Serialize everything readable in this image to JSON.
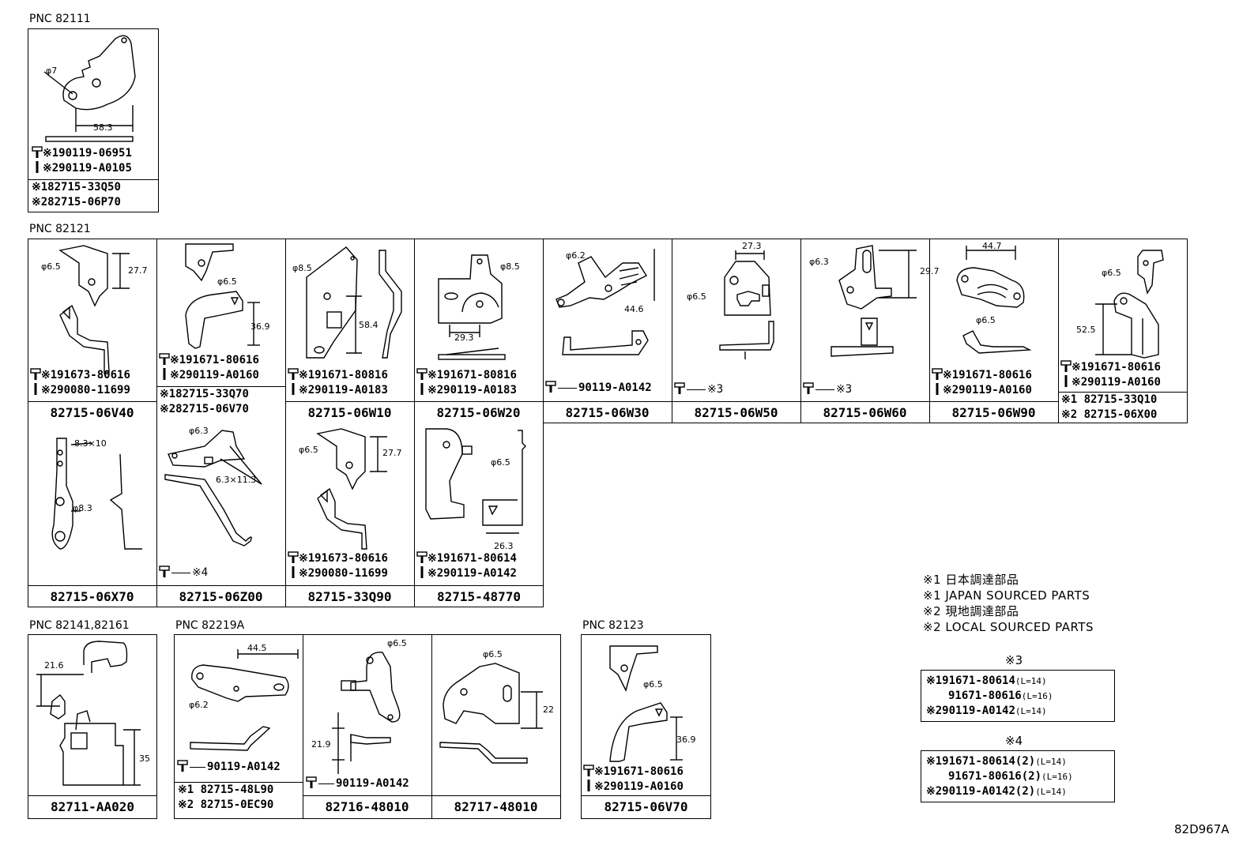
{
  "pnc": {
    "g1": "PNC 82111",
    "g2": "PNC 82121",
    "g3": "PNC 82141,82161",
    "g4": "PNC 82219A",
    "g5": "PNC 82123"
  },
  "g1": {
    "dims": [
      "φ7",
      "58.3"
    ],
    "bolts": [
      "※190119-06951",
      "※290119-A0105"
    ],
    "subs": [
      "※182715-33Q50",
      "※282715-06P70"
    ]
  },
  "row1": [
    {
      "dims": [
        "φ6.5",
        "27.7"
      ],
      "bolts": [
        "※191673-80616",
        "※290080-11699"
      ],
      "part": "82715-06V40"
    },
    {
      "dims": [
        "φ6.5",
        "36.9"
      ],
      "bolts": [
        "※191671-80616",
        "※290119-A0160"
      ],
      "subs": [
        "※182715-33Q70",
        "※282715-06V70"
      ]
    },
    {
      "dims": [
        "φ8.5",
        "58.4"
      ],
      "bolts": [
        "※191671-80816",
        "※290119-A0183"
      ],
      "part": "82715-06W10"
    },
    {
      "dims": [
        "φ8.5",
        "29.3"
      ],
      "bolts": [
        "※191671-80816",
        "※290119-A0183"
      ],
      "part": "82715-06W20"
    },
    {
      "dims": [
        "φ6.2",
        "44.6"
      ],
      "bolts": [
        "90119-A0142"
      ],
      "part": "82715-06W30"
    },
    {
      "dims": [
        "27.3",
        "φ6.5"
      ],
      "bolts": [
        "※3"
      ],
      "part": "82715-06W50"
    },
    {
      "dims": [
        "φ6.3",
        "29.7"
      ],
      "bolts": [
        "※3"
      ],
      "part": "82715-06W60"
    },
    {
      "dims": [
        "44.7",
        "φ6.5"
      ],
      "bolts": [
        "※191671-80616",
        "※290119-A0160"
      ],
      "part": "82715-06W90"
    },
    {
      "dims": [
        "φ6.5",
        "52.5"
      ],
      "bolts": [
        "※191671-80616",
        "※290119-A0160"
      ],
      "subs": [
        "※1 82715-33Q10",
        "※2 82715-06X00"
      ]
    }
  ],
  "row2": [
    {
      "dims": [
        "8.3×10",
        "φ8.3"
      ],
      "part": "82715-06X70"
    },
    {
      "dims": [
        "φ6.3",
        "6.3×11.3"
      ],
      "bolts": [
        "※4"
      ],
      "part": "82715-06Z00"
    },
    {
      "dims": [
        "φ6.5",
        "27.7"
      ],
      "bolts": [
        "※191673-80616",
        "※290080-11699"
      ],
      "part": "82715-33Q90"
    },
    {
      "dims": [
        "φ6.5",
        "26.3"
      ],
      "bolts": [
        "※191671-80614",
        "※290119-A0142"
      ],
      "part": "82715-48770"
    }
  ],
  "g3": {
    "dims": [
      "21.6",
      "35"
    ],
    "part": "82711-AA020"
  },
  "g4": [
    {
      "dims": [
        "44.5",
        "φ6.2"
      ],
      "bolts": [
        "90119-A0142"
      ],
      "subs": [
        "※1 82715-48L90",
        "※2 82715-0EC90"
      ]
    },
    {
      "dims": [
        "φ6.5",
        "21.9"
      ],
      "bolts": [
        "90119-A0142"
      ],
      "part": "82716-48010"
    },
    {
      "dims": [
        "φ6.5",
        "22"
      ],
      "part": "82717-48010"
    }
  ],
  "g5": {
    "dims": [
      "φ6.5",
      "36.9"
    ],
    "bolts": [
      "※191671-80616",
      "※290119-A0160"
    ],
    "part": "82715-06V70"
  },
  "notes": [
    "※1 日本調達部品",
    "※1 JAPAN SOURCED PARTS",
    "※2 現地調達部品",
    "※2 LOCAL SOURCED PARTS"
  ],
  "t3": {
    "title": "※3",
    "rows": [
      [
        "※1",
        "91671-80614",
        "(L=14)"
      ],
      [
        "",
        "91671-80616",
        "(L=16)"
      ],
      [
        "※2",
        "90119-A0142",
        "(L=14)"
      ]
    ]
  },
  "t4": {
    "title": "※4",
    "rows": [
      [
        "※1",
        "91671-80614(2)",
        "(L=14)"
      ],
      [
        "",
        "91671-80616(2)",
        "(L=16)"
      ],
      [
        "※2",
        "90119-A0142(2)",
        "(L=14)"
      ]
    ]
  },
  "code": "82D967A"
}
